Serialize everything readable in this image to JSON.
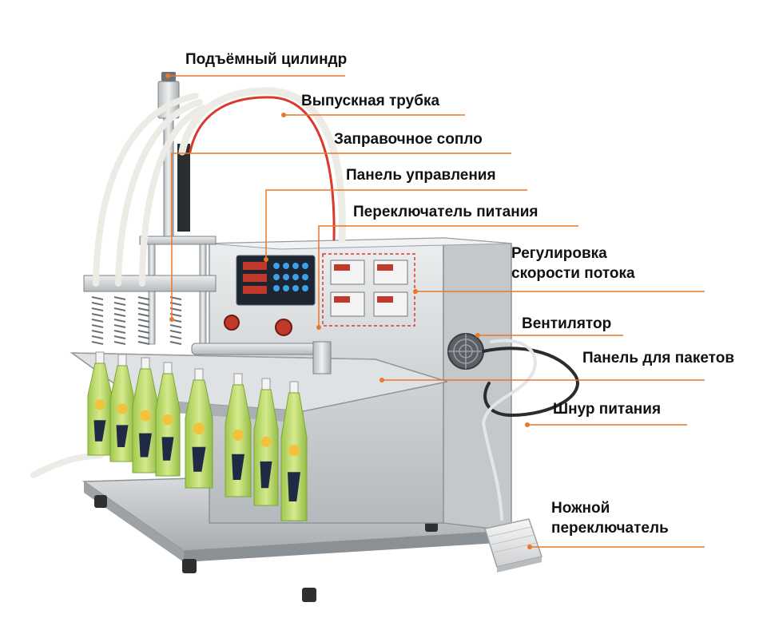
{
  "colors": {
    "leader": "#e8782a",
    "text": "#111111",
    "steel_light": "#e6e8ea",
    "steel_mid": "#c6cacd",
    "steel_dark": "#9a9fa3",
    "panel_dark": "#1c2530",
    "pouch_green": "#b8d86a",
    "tube": "#f1f1ee",
    "tube_red": "#d93a2b"
  },
  "labels": {
    "lift_cylinder": "Подъёмный цилиндр",
    "outlet_tube": "Выпускная трубка",
    "filling_nozzle": "Заправочное сопло",
    "control_panel": "Панель управления",
    "power_switch": "Переключатель питания",
    "flow_speed_line1": "Регулировка",
    "flow_speed_line2": "скорости потока",
    "fan": "Вентилятор",
    "bag_panel": "Панель для пакетов",
    "power_cord": "Шнур питания",
    "foot_switch_line1": "Ножной",
    "foot_switch_line2": "переключатель"
  }
}
